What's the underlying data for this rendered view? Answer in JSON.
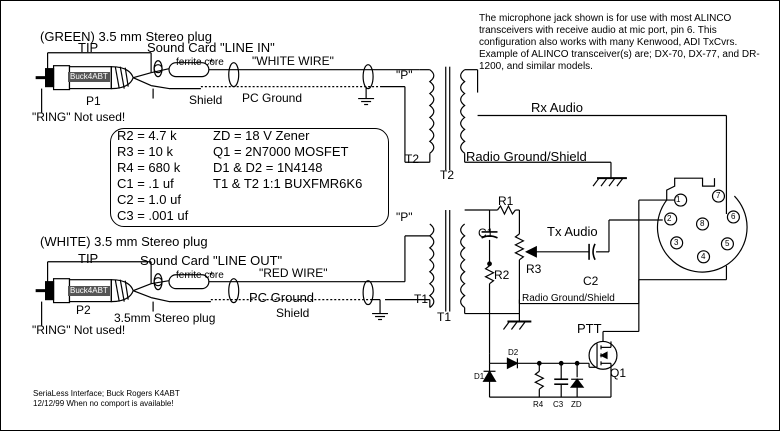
{
  "title_plug_green": "(GREEN) 3.5 mm Stereo plug",
  "title_plug_white": "(WHITE) 3.5 mm Stereo plug",
  "tip1": "TIP",
  "tip2": "TIP",
  "sound_card_line_in": "Sound Card \"LINE IN\"",
  "sound_card_line_out": "Sound Card \"LINE OUT\"",
  "white_wire": "\"WHITE WIRE\"",
  "red_wire": "\"RED WIRE\"",
  "shield1": "Shield",
  "shield2": "Shield",
  "pc_ground1": "PC Ground",
  "pc_ground2": "PC Ground",
  "ferrite1": "ferrite core",
  "ferrite2": "ferrite core",
  "asterisk": "*",
  "p1": "P1",
  "p2": "P2",
  "buck_tag": "Buck4ABT",
  "ring1": "\"RING\" Not used!",
  "ring2": "\"RING\" Not used!",
  "stereo_plug_bottom": "3.5mm Stereo plug",
  "p_label": "\"P\"",
  "t1": "T1",
  "t2": "T2",
  "rx_audio": "Rx Audio",
  "tx_audio": "Tx Audio",
  "radio_ground_shield": "Radio Ground/Shield",
  "radio_ground_shield_small": "Radio Ground/Shield",
  "ptt": "PTT",
  "q1": "Q1",
  "r1": "R1",
  "r2": "R2",
  "r3": "R3",
  "r4": "R4",
  "c1": "C1",
  "c2": "C2",
  "c3": "C3",
  "d1": "D1",
  "d2": "D2",
  "zd": "ZD",
  "pins": [
    "1",
    "2",
    "3",
    "4",
    "5",
    "6",
    "7",
    "8"
  ],
  "parts_list": [
    [
      "R2 = 4.7 k",
      "ZD = 18 V Zener"
    ],
    [
      "R3 = 10 k",
      "Q1 = 2N7000  MOSFET"
    ],
    [
      "R4 = 680 k",
      "D1 & D2 = 1N4148"
    ],
    [
      "C1 = .1 uf",
      "T1 & T2 1:1 BUXFMR6K6"
    ],
    [
      "C2 = 1.0 uf",
      ""
    ],
    [
      "C3 = .001 uf",
      ""
    ]
  ],
  "note": "The microphone jack shown is for use with most ALINCO transceivers with receive audio at mic port, pin 6.  This configuration also works with many Kenwood, ADI TxCvrs. Example of ALINCO transceiver(s) are; DX-70, DX-77, and DR-1200, and similar models.",
  "footer_line1": "SeriaLess Interface;  Buck Rogers K4ABT",
  "footer_line2": "12/12/99  When no comport is available!"
}
